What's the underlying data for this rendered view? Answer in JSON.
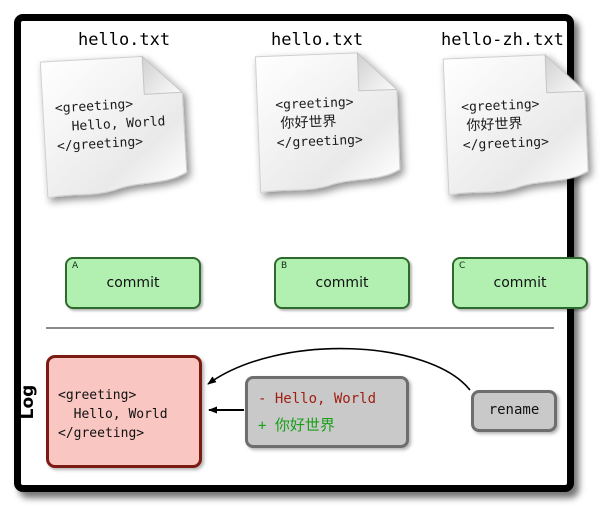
{
  "diagram": {
    "title_row": [
      {
        "name": "hello.txt"
      },
      {
        "name": "hello.txt"
      },
      {
        "name": "hello-zh.txt"
      }
    ],
    "documents": [
      {
        "filename": "hello.txt",
        "line1": "<greeting>",
        "line2": "  Hello, World",
        "line3": "</greeting>"
      },
      {
        "filename": "hello.txt",
        "line1": "<greeting>",
        "line2": " 你好世界",
        "line3": "</greeting>"
      },
      {
        "filename": "hello-zh.txt",
        "line1": "<greeting>",
        "line2": " 你好世界",
        "line3": "</greeting>"
      }
    ],
    "commits": [
      {
        "id": "A",
        "label": "commit"
      },
      {
        "id": "B",
        "label": "commit"
      },
      {
        "id": "C",
        "label": "commit"
      }
    ],
    "log": {
      "section_label": "Log",
      "entry": {
        "line1": "<greeting>",
        "line2": "  Hello, World",
        "line3": "</greeting>"
      },
      "diff": {
        "removed": "- Hello, World",
        "added_marker": "+ ",
        "added_text": "你好世界"
      },
      "rename": {
        "label": "rename"
      }
    },
    "colors": {
      "frame_border": "#000000",
      "commit_fill": "#b2f0b2",
      "commit_border": "#2d6b2d",
      "log_fill": "#fac6c2",
      "log_border": "#7c1a14",
      "gray_fill": "#c9c9c9",
      "gray_border": "#6e6e6e",
      "diff_removed": "#a11f12",
      "diff_added": "#17a017",
      "divider": "#8a8a8a"
    }
  }
}
